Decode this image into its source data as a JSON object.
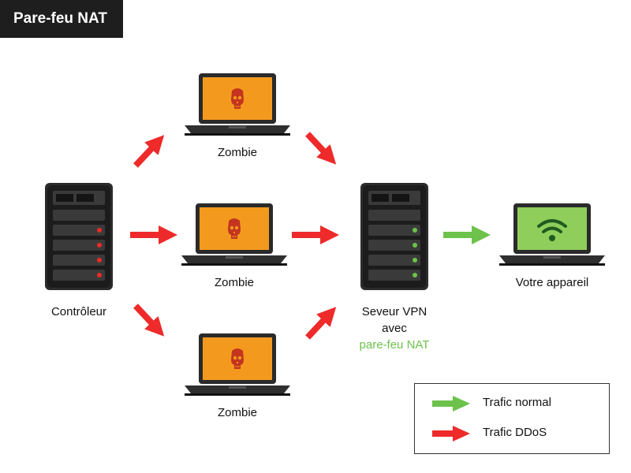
{
  "title": "Pare-feu NAT",
  "nodes": {
    "zombie_top": "Zombie",
    "zombie_mid": "Zombie",
    "zombie_bottom": "Zombie",
    "controller": "Contrôleur",
    "vpn_server_line1": "Seveur VPN",
    "vpn_server_line2": "avec",
    "vpn_server_line3": "pare-feu NAT",
    "device": "Votre appareil"
  },
  "legend": {
    "normal": "Trafic normal",
    "ddos": "Trafic DDoS"
  },
  "colors": {
    "ddos": "#ee2a2a",
    "normal": "#6cc24a",
    "zombie_screen": "#f39a1e",
    "device_screen": "#8fce5b"
  }
}
